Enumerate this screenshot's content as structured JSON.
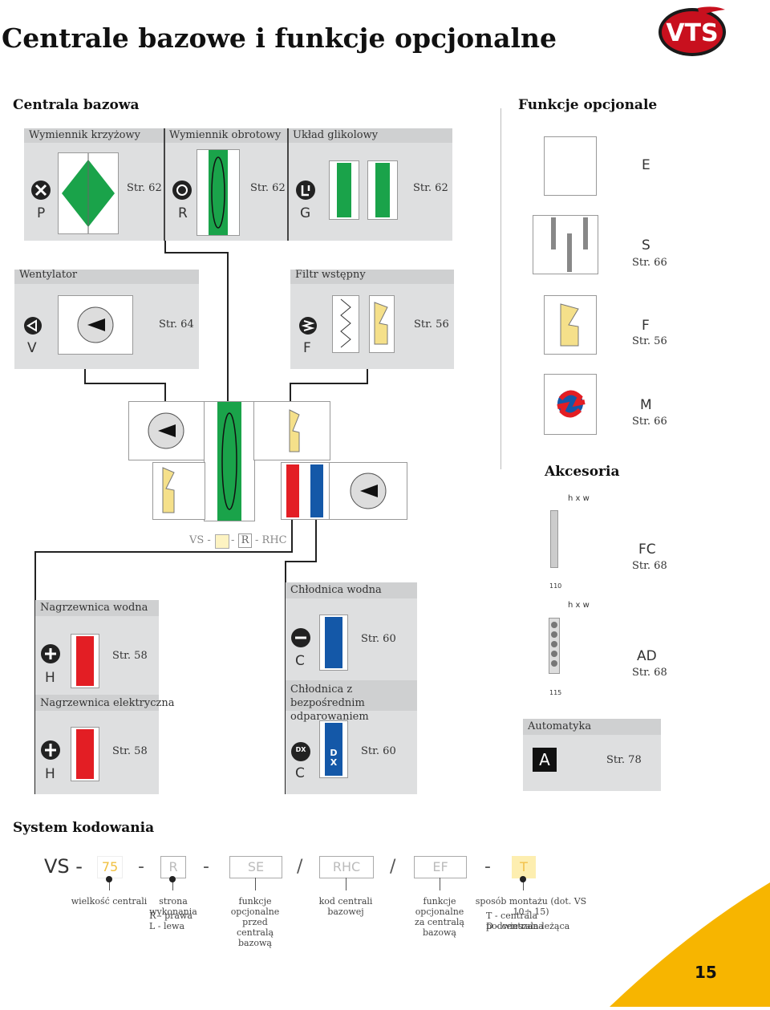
{
  "title": "Centrale bazowe i funkcje opcjonalne",
  "brand": {
    "logo_text": "VTS",
    "color": "#c8101e",
    "accent": "#f7b500"
  },
  "base": {
    "heading": "Centrala bazowa",
    "exchangers": [
      {
        "name": "Wymiennik krzyżowy",
        "code": "P",
        "page": "Str. 62"
      },
      {
        "name": "Wymiennik obrotowy",
        "code": "R",
        "page": "Str. 62"
      },
      {
        "name": "Układ glikolowy",
        "code": "G",
        "page": "Str. 62"
      }
    ],
    "fan": {
      "name": "Wentylator",
      "code": "V",
      "page": "Str. 64"
    },
    "prefilter": {
      "name": "Filtr wstępny",
      "code": "F",
      "page": "Str. 56"
    },
    "designation": {
      "prefix": "VS -",
      "mid": "-",
      "r": "R",
      "suffix": "- RHC"
    },
    "water_heater": {
      "name": "Nagrzewnica wodna",
      "code": "H",
      "page": "Str. 58"
    },
    "electric_heater": {
      "name": "Nagrzewnica elektryczna",
      "code": "H",
      "page": "Str. 58"
    },
    "water_cooler": {
      "name": "Chłodnica wodna",
      "code": "C",
      "page": "Str. 60"
    },
    "dx_cooler": {
      "name": "Chłodnica z bezpośrednim odparowaniem",
      "code": "C",
      "page": "Str. 60",
      "dx_label": "D X",
      "dx_icon": "DX"
    }
  },
  "optional": {
    "heading": "Funkcje opcjonale",
    "items": [
      {
        "code": "E",
        "page": ""
      },
      {
        "code": "S",
        "page": "Str. 66"
      },
      {
        "code": "F",
        "page": "Str. 56"
      },
      {
        "code": "M",
        "page": "Str. 66"
      }
    ]
  },
  "accessories": {
    "heading": "Akcesoria",
    "fc": {
      "code": "FC",
      "page": "Str. 68",
      "dim": "h x w",
      "depth": "110"
    },
    "ad": {
      "code": "AD",
      "page": "Str. 68",
      "dim": "h x w",
      "depth": "115"
    }
  },
  "automation": {
    "name": "Automatyka",
    "code": "A",
    "page": "Str. 78"
  },
  "coding": {
    "heading": "System kodowania",
    "prefix": "VS -",
    "fields": [
      "75",
      "R",
      "SE",
      "RHC",
      "EF",
      "T"
    ],
    "separators": [
      "-",
      "-",
      "/",
      "/",
      "-"
    ],
    "desc_size": "wielkość centrali",
    "desc_side": "strona wykonania",
    "desc_side_r": "R - prawa",
    "desc_side_l": "L - lewa",
    "desc_before": "funkcje opcjonalne przed centralą bazową",
    "desc_base": "kod centrali bazowej",
    "desc_after": "funkcje opcjonalne za centralą bazową",
    "desc_mount": "sposób montażu (dot. VS 10÷ 15)",
    "desc_mount_t": "T - centrala podwieszana",
    "desc_mount_d": "D - centrala leżąca"
  },
  "page_number": "15"
}
